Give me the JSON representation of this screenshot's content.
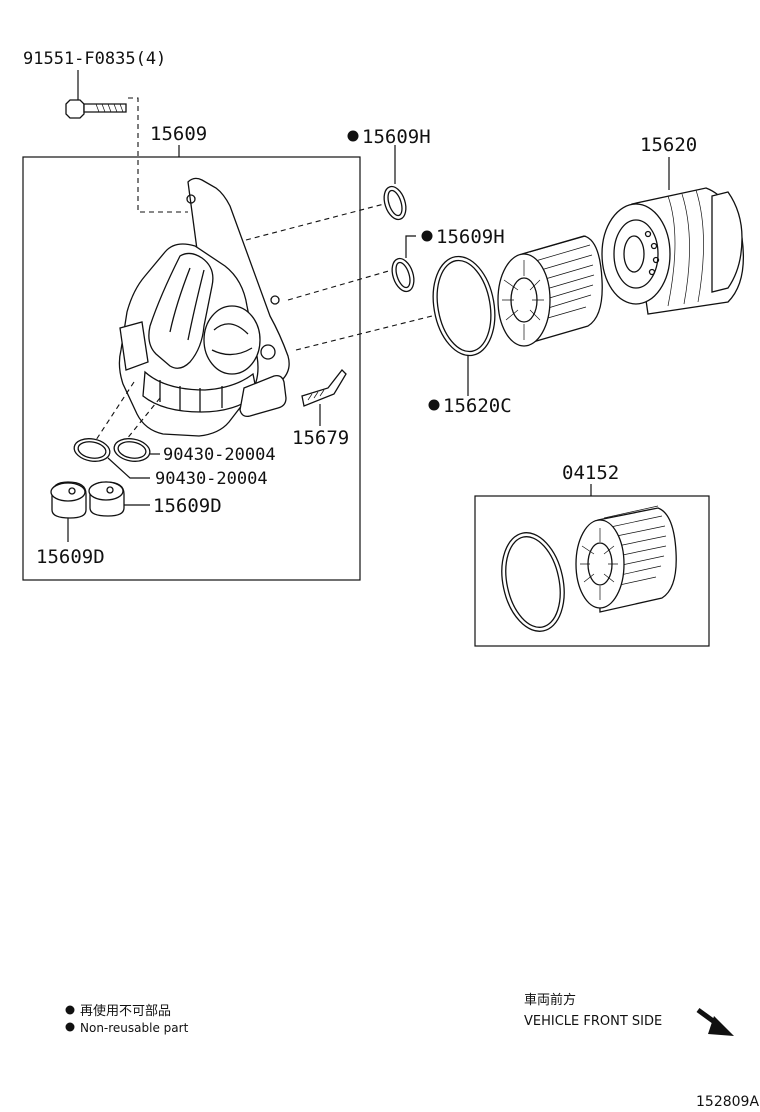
{
  "labels": {
    "bolt": "91551-F0835(4)",
    "housing": "15609",
    "oring_top": "15609H",
    "oring_mid": "15609H",
    "cap": "15620",
    "gasket": "15620C",
    "drain_tab": "15679",
    "ring1": "90430-20004",
    "ring2": "90430-20004",
    "plug_right": "15609D",
    "plug_left": "15609D",
    "filter_kit": "04152"
  },
  "legend": {
    "non_reusable_jp": "再使用不可部品",
    "non_reusable_en": "Non-reusable part"
  },
  "direction": {
    "jp": "車両前方",
    "en": "VEHICLE FRONT SIDE"
  },
  "ref_number": "152809A",
  "icons": {
    "non_reusable_marker": "filled-circle",
    "direction_arrow": "arrow-down-right"
  }
}
